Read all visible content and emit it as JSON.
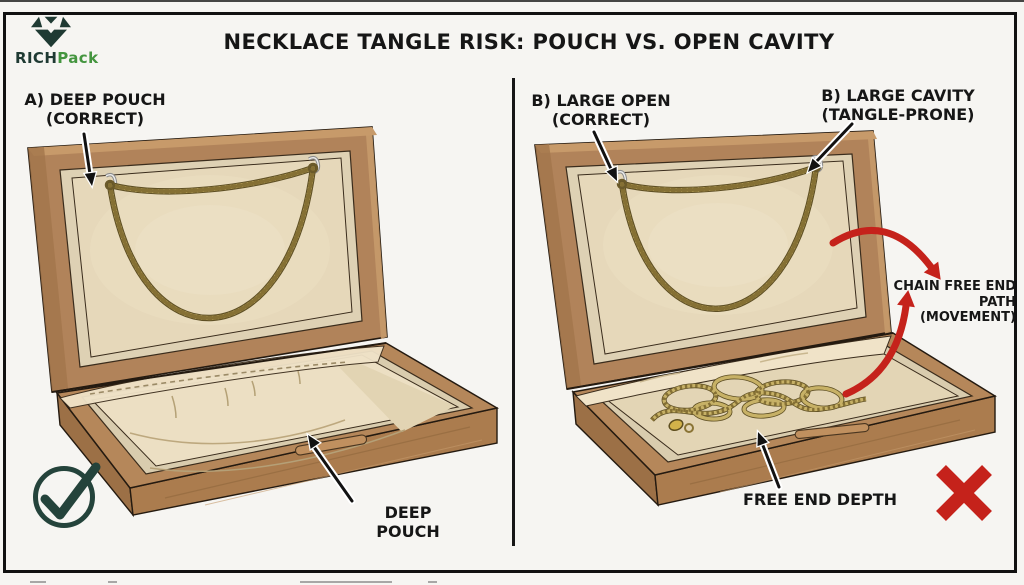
{
  "header": {
    "title": "NECKLACE TANGLE RISK: POUCH VS. OPEN CAVITY",
    "brand": {
      "rich": "RICH",
      "pack": "Pack"
    }
  },
  "panel_a": {
    "heading_line1": "A) DEEP POUCH",
    "heading_line2": "(CORRECT)",
    "pouch_callout": "DEEP POUCH"
  },
  "panel_b": {
    "heading_open_line1": "B) LARGE OPEN",
    "heading_open_line2": "(CORRECT)",
    "heading_cavity_line1": "B) LARGE CAVITY",
    "heading_cavity_line2": "(TANGLE-PRONE)",
    "movement_callout_line1": "CHAIN FREE END PATH",
    "movement_callout_line2": "(MOVEMENT)",
    "depth_callout": "FREE END DEPTH"
  },
  "icons": {
    "panel_a_verdict": "check-icon",
    "panel_b_verdict": "x-icon"
  },
  "colors": {
    "accent_red": "#c5221b",
    "brand_green": "#44953f",
    "brand_dark_teal": "#1f3a33",
    "wood": "#b5875a",
    "wood_dark": "#a2754a",
    "velvet": "#e6d8ba",
    "outline": "#241a10",
    "background": "#f6f5f2"
  }
}
